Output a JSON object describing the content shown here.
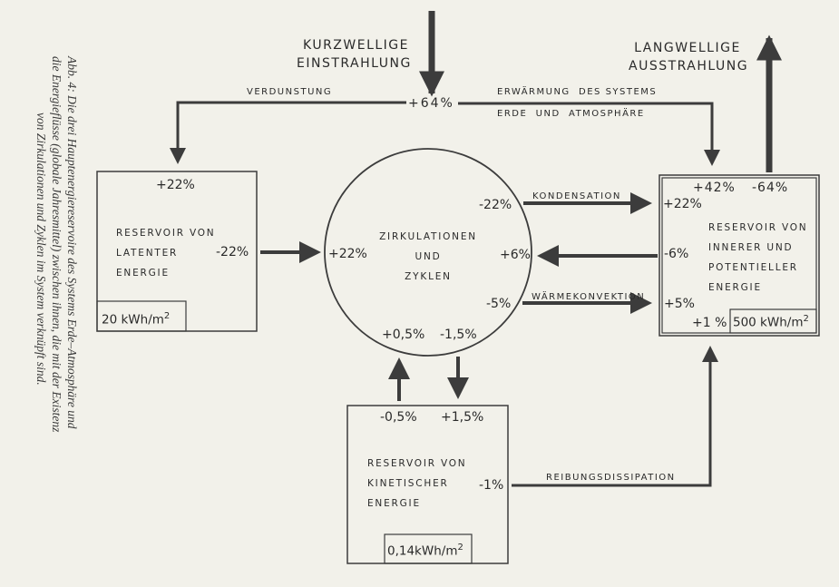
{
  "caption": {
    "lines": [
      "Abb. 4: Die drei Hauptenergiereservoire des Systems Erde–Atmosphäre und",
      "die Energieflüsse (globale Jahresmittel) zwischen ihnen, die mit der Existenz",
      "von Zirkulationen und Zyklen im System verknüpft sind."
    ]
  },
  "inputs": {
    "shortwave": [
      "KURZWELLIGE",
      "EINSTRAHLUNG"
    ],
    "longwave": [
      "LANGWELLIGE",
      "AUSSTRAHLUNG"
    ],
    "shortwave_value": "+64%",
    "evaporation": "VERDUNSTUNG",
    "heating": [
      "ERWÄRMUNG  DES SYSTEMS",
      "ERDE  UND  ATMOSPHÄRE"
    ]
  },
  "latent": {
    "lines": [
      "RESERVOIR VON",
      "LATENTER",
      "ENERGIE"
    ],
    "in": "+22%",
    "out": "-22%",
    "capacity": "20 kWh/m",
    "capacity_exp": "2"
  },
  "circulation": {
    "lines": [
      "ZIRKULATIONEN",
      "UND",
      "ZYKLEN"
    ],
    "in_latent": "+22%",
    "out_condensation": "-22%",
    "in_internal": "+6%",
    "out_convection": "-5%",
    "in_kinetic": "+0,5%",
    "out_kinetic": "-1,5%"
  },
  "internal": {
    "lines": [
      "RESERVOIR VON",
      "INNERER UND",
      "POTENTIELLER",
      "ENERGIE"
    ],
    "in_heating": "+42%",
    "out_radiation": "-64%",
    "in_condensation": "+22%",
    "out_circulation": "-6%",
    "in_convection": "+5%",
    "in_friction": "+1 %",
    "capacity": "500 kWh/m",
    "capacity_exp": "2"
  },
  "kinetic": {
    "lines": [
      "RESERVOIR VON",
      "KINETISCHER",
      "ENERGIE"
    ],
    "out_circulation": "-0,5%",
    "in_circulation": "+1,5%",
    "out_friction": "-1%",
    "capacity": "0,14kWh/m",
    "capacity_exp": "2"
  },
  "flows": {
    "condensation": "KONDENSATION",
    "convection": "WÄRMEKONVEKTION",
    "friction": "REIBUNGSDISSIPATION"
  }
}
